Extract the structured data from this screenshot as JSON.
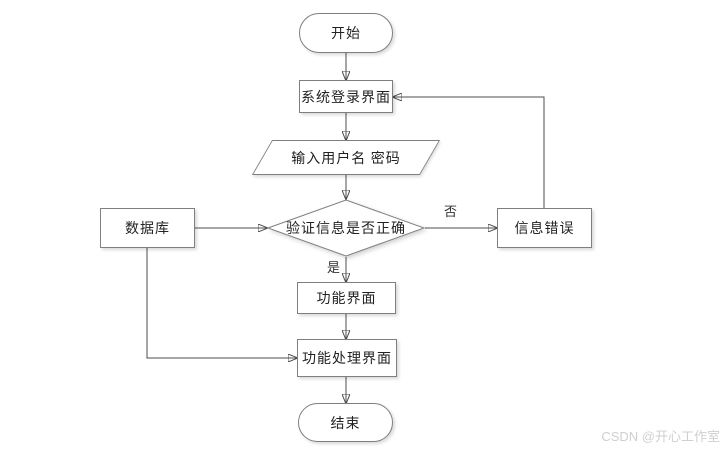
{
  "diagram": {
    "title": "login-verification-flowchart",
    "nodes": {
      "start": {
        "label": "开始",
        "type": "terminator"
      },
      "login": {
        "label": "系统登录界面",
        "type": "process"
      },
      "input": {
        "label": "输入用户名 密码",
        "type": "io"
      },
      "verify": {
        "label": "验证信息是否正确",
        "type": "decision"
      },
      "database": {
        "label": "数据库",
        "type": "process"
      },
      "error": {
        "label": "信息错误",
        "type": "process"
      },
      "function": {
        "label": "功能界面",
        "type": "process"
      },
      "procfunc": {
        "label": "功能处理界面",
        "type": "process"
      },
      "end": {
        "label": "结束",
        "type": "terminator"
      }
    },
    "edge_labels": {
      "no": "否",
      "yes": "是"
    },
    "edges": [
      {
        "from": "start",
        "to": "login",
        "label": ""
      },
      {
        "from": "login",
        "to": "input",
        "label": ""
      },
      {
        "from": "input",
        "to": "verify",
        "label": ""
      },
      {
        "from": "database",
        "to": "verify",
        "label": ""
      },
      {
        "from": "verify",
        "to": "error",
        "label": "否"
      },
      {
        "from": "error",
        "to": "login",
        "label": ""
      },
      {
        "from": "verify",
        "to": "function",
        "label": "是"
      },
      {
        "from": "function",
        "to": "procfunc",
        "label": ""
      },
      {
        "from": "database",
        "to": "procfunc",
        "label": ""
      },
      {
        "from": "procfunc",
        "to": "end",
        "label": ""
      }
    ],
    "colors": {
      "background": "#ffffff",
      "node_fill": "#ffffff",
      "node_border": "#7f7f7f",
      "line": "#4d4d4d",
      "arrowhead": "#1a1a1a",
      "text": "#222222",
      "watermark": "#cfcfcf"
    }
  },
  "watermark": "CSDN @开心工作室"
}
